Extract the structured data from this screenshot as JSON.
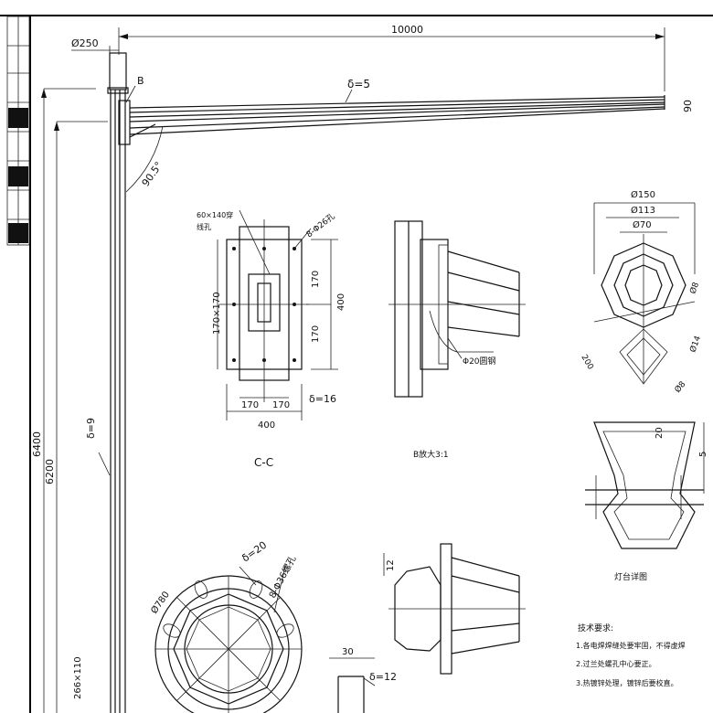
{
  "dimensions": {
    "arm_length": "10000",
    "pole_top_dia": "Ø250",
    "label_B": "B",
    "arm_thickness": "δ=5",
    "arm_tip": "90",
    "arm_angle": "90.5°",
    "height_6400": "6400",
    "height_6200": "6200",
    "pole_thickness": "δ=9",
    "bottom_left_dim": "266×110"
  },
  "section_cc": {
    "hole_note_1": "60×140穿",
    "hole_note_2": "线孔",
    "bolt_holes": "8-Φ26孔",
    "dim_170_a": "170",
    "dim_400_right": "400",
    "dim_170_b": "170",
    "dim_170_left": "170×170",
    "dim_170_bottom_l": "170",
    "dim_170_bottom_r": "170",
    "dim_400_bottom": "400",
    "plate_thickness": "δ=16",
    "title": "C-C"
  },
  "detail_b": {
    "callout": "Φ20圆钢",
    "title": "B放大3:1"
  },
  "detail_top": {
    "dia_150": "Ø150",
    "dia_113": "Ø113",
    "dia_70": "Ø70",
    "label_8": "Ø8",
    "label_14": "Ø14",
    "label_48": "Ø8",
    "label_200": "200"
  },
  "detail_platform": {
    "dim_20": "20",
    "dim_5": "5",
    "title": "灯台详图"
  },
  "flange_detail": {
    "thickness": "δ=20",
    "bolt_holes": "8-Φ36螺孔",
    "dia": "Ø780"
  },
  "lower_detail": {
    "dim_12": "12"
  },
  "notch_detail": {
    "dim_30": "30",
    "thickness": "δ=12"
  },
  "notes": {
    "title": "技术要求:",
    "line1": "1.各电焊焊缝处要牢固，不得虚焊",
    "line2": "2.过兰处螺孔中心要正。",
    "line3": "3.热镀锌处理，镀锌后要校直。"
  }
}
